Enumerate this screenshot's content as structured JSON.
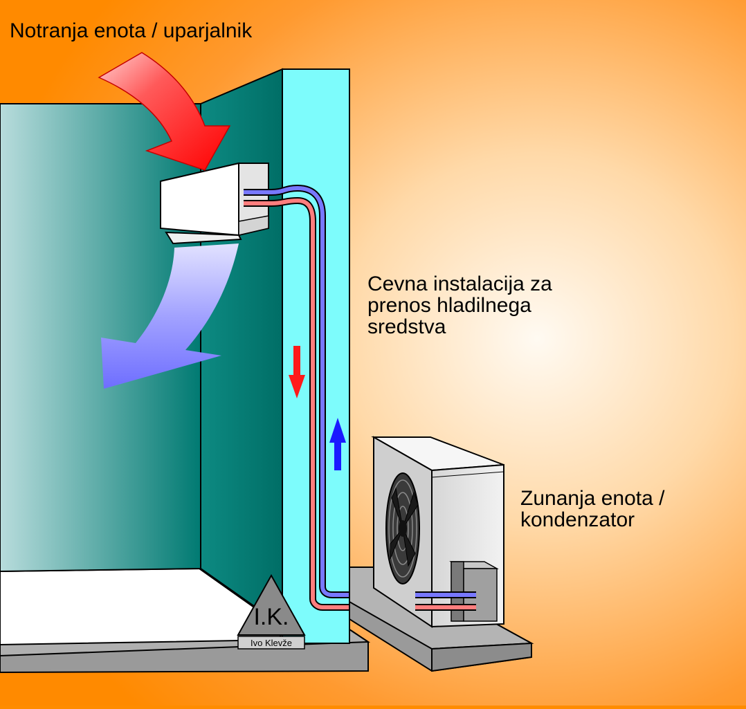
{
  "labels": {
    "indoor_unit": "Notranja enota / uparjalnik",
    "piping": [
      "Cevna instalacija za",
      "prenos hladilnega",
      "sredstva"
    ],
    "outdoor_unit": [
      "Zunanja enota /",
      "kondenzator"
    ]
  },
  "logo": {
    "initials": "I.K.",
    "name": "Ivo Klevže"
  },
  "colors": {
    "background_outer": "#ff8c00",
    "background_center": "#fff6e8",
    "wall_dark": "#007a72",
    "wall_light": "#b9dcdc",
    "duct": "#7dfcfc",
    "floor": "#ffffff",
    "base": "#9a9a9a",
    "hot_arrow": "#ff1a1a",
    "cold_air": "#8a8aff",
    "pipe_hot": "#ff7e7e",
    "pipe_cold": "#7878ff",
    "unit_body": "#e8e8e8"
  }
}
